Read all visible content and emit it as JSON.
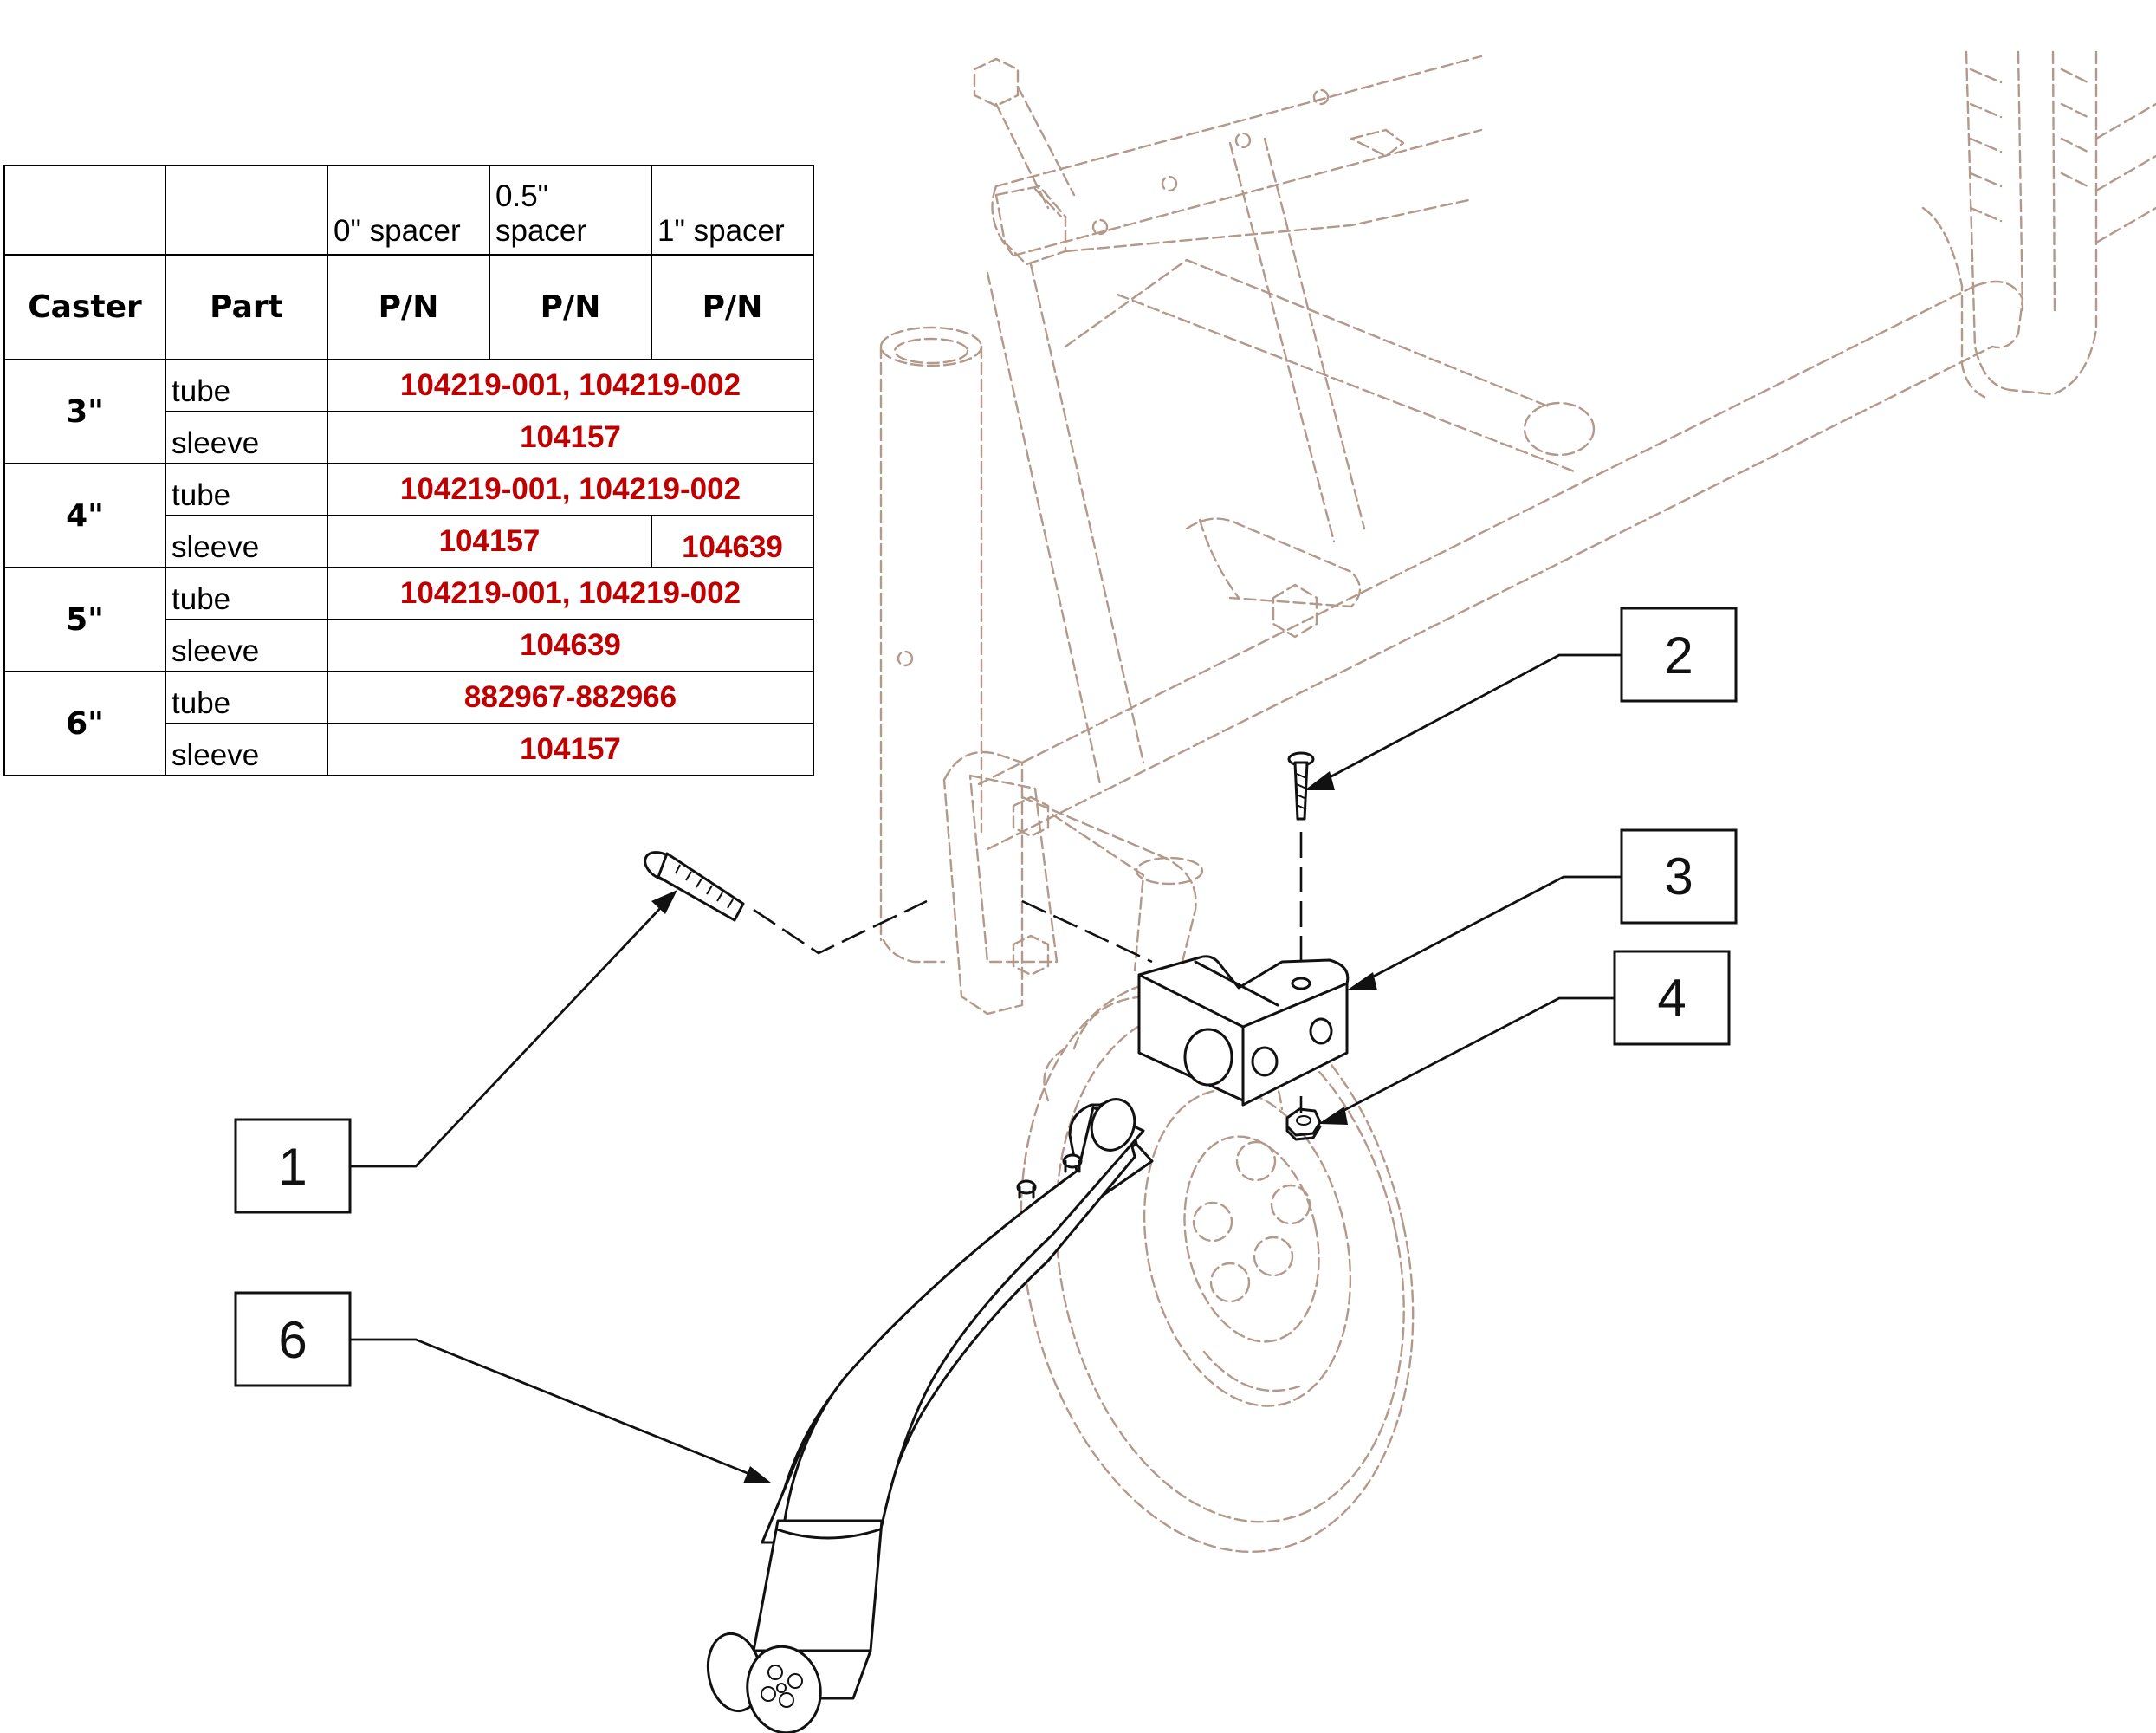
{
  "table": {
    "header_spacers": [
      "0\" spacer",
      "0.5\" spacer",
      "1\" spacer"
    ],
    "header_columns": [
      "Caster",
      "Part",
      "P/N",
      "P/N",
      "P/N"
    ],
    "rows": [
      {
        "caster": "3\"",
        "tube_label": "tube",
        "tube_pn": "104219-001, 104219-002",
        "sleeve_label": "sleeve",
        "sleeve_pn": "104157"
      },
      {
        "caster": "4\"",
        "tube_label": "tube",
        "tube_pn": "104219-001, 104219-002",
        "sleeve_label": "sleeve",
        "sleeve_pn": "104157",
        "sleeve_pn_1in": "104639"
      },
      {
        "caster": "5\"",
        "tube_label": "tube",
        "tube_pn": "104219-001, 104219-002",
        "sleeve_label": "sleeve",
        "sleeve_pn": "104639"
      },
      {
        "caster": "6\"",
        "tube_label": "tube",
        "tube_pn": "882967-882966",
        "sleeve_label": "sleeve",
        "sleeve_pn": "104157"
      }
    ]
  },
  "callouts": {
    "c1": "1",
    "c2": "2",
    "c3": "3",
    "c4": "4",
    "c6": "6"
  },
  "colors": {
    "part_number_red": "#c00000",
    "ghost_frame": "#b3998a",
    "line": "#111111"
  }
}
